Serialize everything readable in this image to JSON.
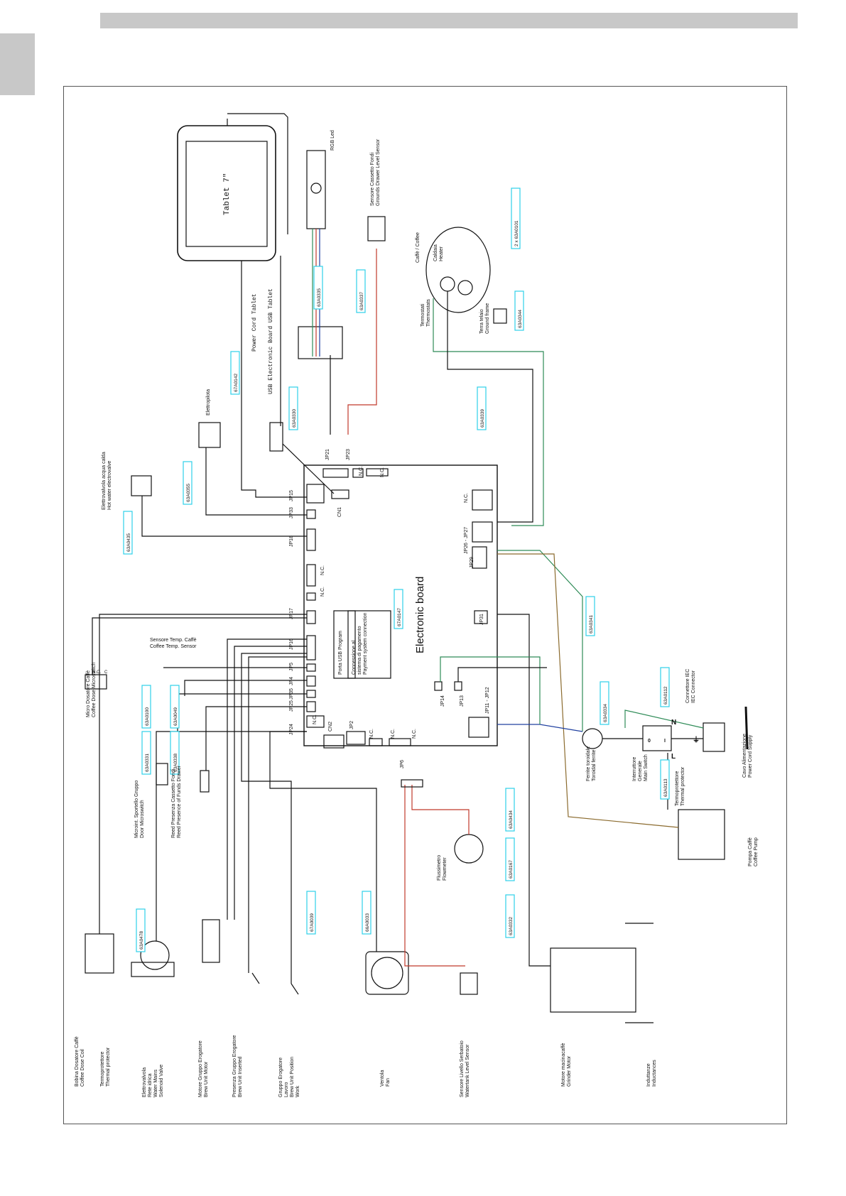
{
  "diagram": {
    "component_labels": [
      "Tablet 7\"",
      "RGB Led",
      "Sensore Cassetto Fondi",
      "Grounds Drawer Level Sensor",
      "Power Cord Tablet",
      "USB Electronic Board USB Tablet",
      "Elettropilota",
      "Elettrovalvola acqua calda",
      "Hot water electrovalve",
      "Electronic board",
      "Connessione al",
      "sistema di pagamento",
      "Payment system connection",
      "Porta USB Program",
      "Caffè / Coffee",
      "Caldaia",
      "Heater",
      "Termostati",
      "Thermostats",
      "Terra telaio",
      "Ground frame",
      "Micro Dosatore Caffè",
      "Coffee Dose Microswitch",
      "Sensore Temp. Caffè",
      "Coffee Temp. Sensor",
      "Microint. Sportello Gruppo",
      "Door Microswitch",
      "Reed Presenza Cassetto Fondi",
      "Reed Presence of Funds Drawer",
      "Flussimetro",
      "Flowmeter",
      "Ferrite toroidale",
      "Toroidal ferrite",
      "Interruttore",
      "Generale",
      "Main Switch",
      "Termoprotettore",
      "Thermal protector",
      "Connettore IEC",
      "IEC Connector",
      "Cavo Alimentazione",
      "Power Cord Supply",
      "Pompa Caffè",
      "Coffee Pump",
      "Bobina Dosatore Caffè",
      "Coffee Dose Coil",
      "Termoprotettore",
      "Thermal protector",
      "Elettrovalvola",
      "Rete idrica",
      "Water Mains",
      "Solenoid Valve",
      "Motore Gruppo Erogatore",
      "Brew Unit Motor",
      "Presenza Gruppo Erogatore",
      "Brew Unit Inserted",
      "Gruppo Erogatore",
      "Lavoro",
      "Brew Unit Position",
      "Work",
      "Ventola",
      "Fan",
      "Sensore Livello Serbatoio",
      "Watertank Level Sensor",
      "Motore macinacaffè",
      "Grinder Motor",
      "Induttanze",
      "Inductances"
    ],
    "cable_codes": [
      "67A0142",
      "63A0330",
      "63A0335",
      "63A0337",
      "63A0339",
      "63A0101_x2",
      "63A0344",
      "63A0355",
      "63A0435",
      "63A0100",
      "63A0049",
      "63A0331",
      "63A0338",
      "67A0147",
      "63A0341",
      "63A0334",
      "63A0112",
      "63A0113",
      "63A0434",
      "63A0167",
      "63A0332",
      "66A0033",
      "67A0039",
      "63A0478"
    ],
    "cable_code_text": {
      "c1": "67A0142",
      "c2": "63A0330",
      "c3": "63A0335",
      "c4": "63A0337",
      "c5": "63A0339",
      "c6": "2 x 63A0101",
      "c7": "63A0344",
      "c8": "63A0355",
      "c9": "63A0435",
      "c10": "63A0100",
      "c11": "63A0049",
      "c12": "63A0331",
      "c13": "63A0338",
      "c14": "67A0147",
      "c15": "63A0341",
      "c16": "63A0334",
      "c17": "63A0112",
      "c18": "63A0113",
      "c19": "63A0434",
      "c20": "63A0167",
      "c21": "63A0332",
      "c22": "66A0033",
      "c23": "67A0039",
      "c24": "63A0478"
    },
    "connectors": {
      "jp21": "JP21",
      "jp23": "JP23",
      "jp15": "JP15",
      "jp33": "JP33",
      "jp18": "JP18",
      "cn1": "CN1",
      "jp17": "JP17",
      "jp16": "JP16",
      "jp5": "JP5",
      "jp4": "JP4",
      "jp35": "JP35",
      "jp25": "JP25",
      "jp24": "JP24",
      "cn2": "CN2",
      "jp2": "JP2",
      "jp6": "JP6",
      "jp14": "JP14",
      "jp13": "JP13",
      "jp11": "JP11 - JP12",
      "jp31": "JP31",
      "jp29": "JP29",
      "jp26": "JP26 - JP27",
      "nc1": "N.C.",
      "nc2": "N.C.",
      "nc3": "N.C.",
      "nc4": "N.C.",
      "nc5": "N.C.",
      "nc6": "N.C.",
      "nc7": "N.C.",
      "nc8": "N.C.",
      "nc9": "N.C."
    },
    "misc": {
      "L": "L",
      "N": "N",
      "ground": "⏚",
      "zero": "0",
      "one": "I",
      "nc_a": "N.O.",
      "nc_b": "C"
    },
    "colors": {
      "frame": "#555555",
      "cyan_tag": "#2ed0e8",
      "green": "#2e8b57",
      "brown": "#8b6b2e",
      "red": "#c0392b",
      "blue": "#2040a0"
    }
  }
}
